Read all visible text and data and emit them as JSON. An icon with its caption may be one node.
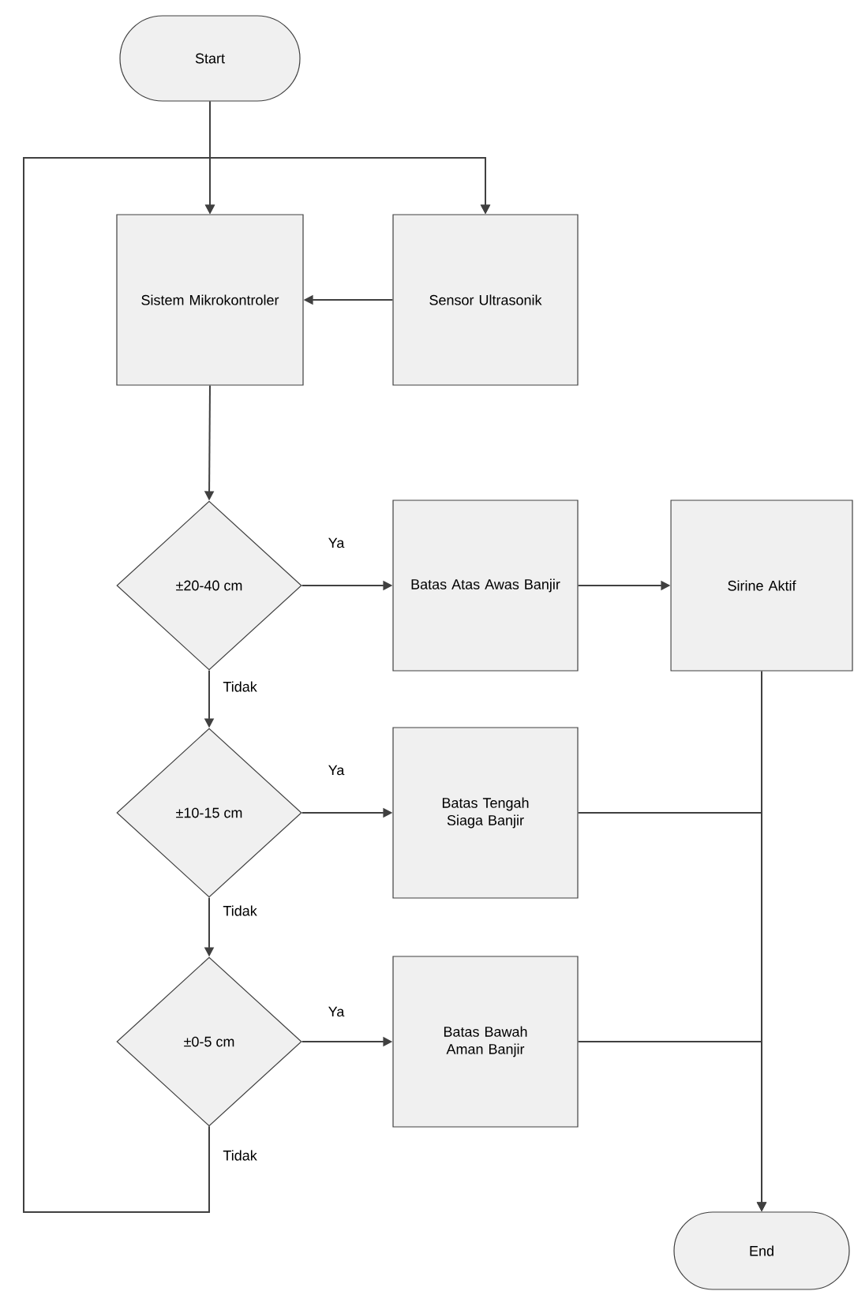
{
  "diagram": {
    "nodes": [
      {
        "text": [
          "Start"
        ]
      },
      {
        "text": [
          "Sistem Mikrokontroler"
        ]
      },
      {
        "text": [
          "Sensor Ultrasonik"
        ]
      },
      {
        "text": [
          "±20-40 cm"
        ]
      },
      {
        "text": [
          "Batas Atas Awas Banjir"
        ]
      },
      {
        "text": [
          "Sirine Aktif"
        ]
      },
      {
        "text": [
          "±10-15 cm"
        ]
      },
      {
        "text": [
          "Batas Tengah Siaga Banjir"
        ]
      },
      {
        "text": [
          "±0-5 cm"
        ]
      },
      {
        "text": [
          "Batas Bawah Aman Banjir"
        ]
      },
      {
        "text": [
          "End"
        ]
      }
    ],
    "edges": [
      {
        "from": 0,
        "to": 1,
        "arrow": "to"
      },
      {
        "from": 0,
        "to": 2,
        "arrow": "to"
      },
      {
        "from": 2,
        "to": 1,
        "arrow": "to"
      },
      {
        "from": 1,
        "to": 3,
        "arrow": "to"
      },
      {
        "from": 3,
        "to": 4,
        "arrow": "to",
        "label": "Ya"
      },
      {
        "from": 4,
        "to": 5,
        "arrow": "to"
      },
      {
        "from": 3,
        "to": 6,
        "arrow": "to",
        "label": "Tidak"
      },
      {
        "from": 6,
        "to": 7,
        "arrow": "to",
        "label": "Ya"
      },
      {
        "from": 7,
        "to": 10,
        "arrow": "to"
      },
      {
        "from": 6,
        "to": 8,
        "arrow": "to",
        "label": "Tidak"
      },
      {
        "from": 8,
        "to": 9,
        "arrow": "to",
        "label": "Ya"
      },
      {
        "from": 9,
        "to": 10,
        "arrow": "to"
      },
      {
        "from": 8,
        "to": 1,
        "arrow": "to",
        "label": "Tidak"
      },
      {
        "from": 8,
        "to": 2,
        "arrow": "to"
      },
      {
        "from": 5,
        "to": 10,
        "arrow": "to"
      }
    ]
  }
}
